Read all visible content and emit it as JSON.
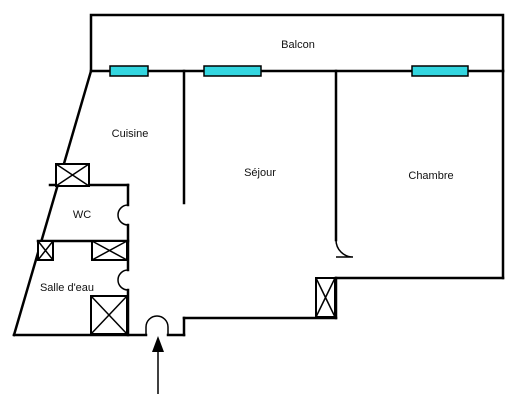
{
  "plan": {
    "rooms": {
      "balcon": "Balcon",
      "cuisine": "Cuisine",
      "sejour": "Séjour",
      "chambre": "Chambre",
      "wc": "WC",
      "salle_eau": "Salle d'eau"
    },
    "colors": {
      "window": "#33d6e0",
      "wall": "#000000",
      "background": "#ffffff"
    },
    "icons": {
      "window": "window-icon",
      "door": "door-swing-icon",
      "shaft": "ventilation-shaft-icon",
      "entrance": "entrance-arrow-icon"
    }
  }
}
